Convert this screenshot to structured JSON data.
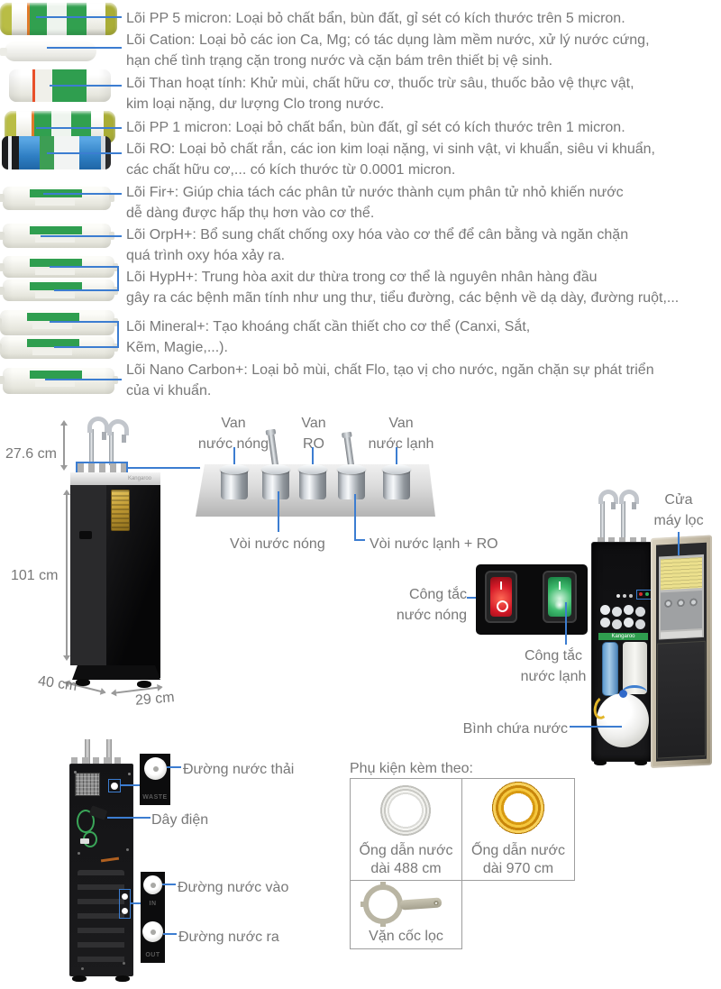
{
  "colors": {
    "accent": "#3c7dd1",
    "label_text": "#787878",
    "dimension_gray": "#9a9a9a"
  },
  "brand": {
    "name": "Kangaroo"
  },
  "filters": [
    {
      "id": "pp5",
      "label": "Lõi PP 5 micron: Loại bỏ chất bẩn, bùn đất, gỉ sét có kích thước trên 5 micron."
    },
    {
      "id": "cation",
      "label": "Lõi Cation: Loại bỏ các ion Ca, Mg; có tác dụng làm mềm nước, xử lý nước cứng,\nhạn chế tình trạng cặn trong nước và cặn bám trên thiết bị vệ sinh."
    },
    {
      "id": "carbon",
      "label": "Lõi Than hoạt tính: Khử mùi, chất hữu cơ, thuốc trừ sâu, thuốc bảo vệ thực vật,\nkim loại nặng, dư lượng Clo trong nước."
    },
    {
      "id": "pp1",
      "label": "Lõi PP 1 micron: Loại bỏ chất bẩn, bùn đất, gỉ sét có kích thước trên 1 micron."
    },
    {
      "id": "ro",
      "label": "Lõi RO: Loại bỏ chất rắn, các ion kim loại nặng, vi sinh vật, vi khuẩn, siêu vi khuẩn,\ncác chất hữu cơ,... có kích thước từ 0.0001 micron."
    },
    {
      "id": "fir",
      "label": "Lõi Fir+: Giúp chia tách các phân tử nước thành cụm phân tử nhỏ khiến nước\ndễ dàng được hấp thụ hơn vào cơ thể."
    },
    {
      "id": "orph",
      "label": "Lõi OrpH+: Bổ sung chất chống oxy hóa vào cơ thể để cân bằng và ngăn chặn\nquá trình oxy hóa xảy ra."
    },
    {
      "id": "hyph",
      "label": "Lõi HypH+: Trung hòa axit dư thừa trong cơ thể là nguyên nhân hàng đầu\ngây ra các bệnh mãn tính như ung thư, tiểu đường, các bệnh về dạ dày, đường ruột,..."
    },
    {
      "id": "mineral",
      "label": "Lõi Mineral+: Tạo khoáng chất cần thiết cho cơ thể (Canxi, Sắt,\nKẽm, Magie,...)."
    },
    {
      "id": "nano",
      "label": "Lõi Nano Carbon+: Loại bỏ mùi, chất Flo, tạo vị cho nước, ngăn chặn sự phát triển\ncủa vi khuẩn."
    }
  ],
  "dimensions": {
    "top_height": "27.6 cm",
    "body_height": "101 cm",
    "depth": "40 cm",
    "width": "29 cm"
  },
  "valves": {
    "hot_valve": "Van\nnước nóng",
    "ro_valve": "Van\nRO",
    "cold_valve": "Van\nnước lạnh",
    "hot_tap": "Vòi nước nóng",
    "cold_ro_tap": "Vòi nước lạnh + RO"
  },
  "switches": {
    "hot": "Công tắc\nnước nóng",
    "cold": "Công tắc\nnước lạnh"
  },
  "labels": {
    "door": "Cửa\nmáy lọc",
    "tank": "Bình chứa nước",
    "waste": "Đường nước thải",
    "power_cord": "Dây điện",
    "water_in": "Đường nước vào",
    "water_out": "Đường nước ra"
  },
  "tags": {
    "waste": "WASTE",
    "in": "IN",
    "out": "OUT"
  },
  "accessories": {
    "title": "Phụ kiện kèm theo:",
    "tube_488": "Ống dẫn nước\ndài 488 cm",
    "tube_970": "Ống dẫn nước\ndài 970 cm",
    "wrench": "Vặn cốc lọc"
  }
}
